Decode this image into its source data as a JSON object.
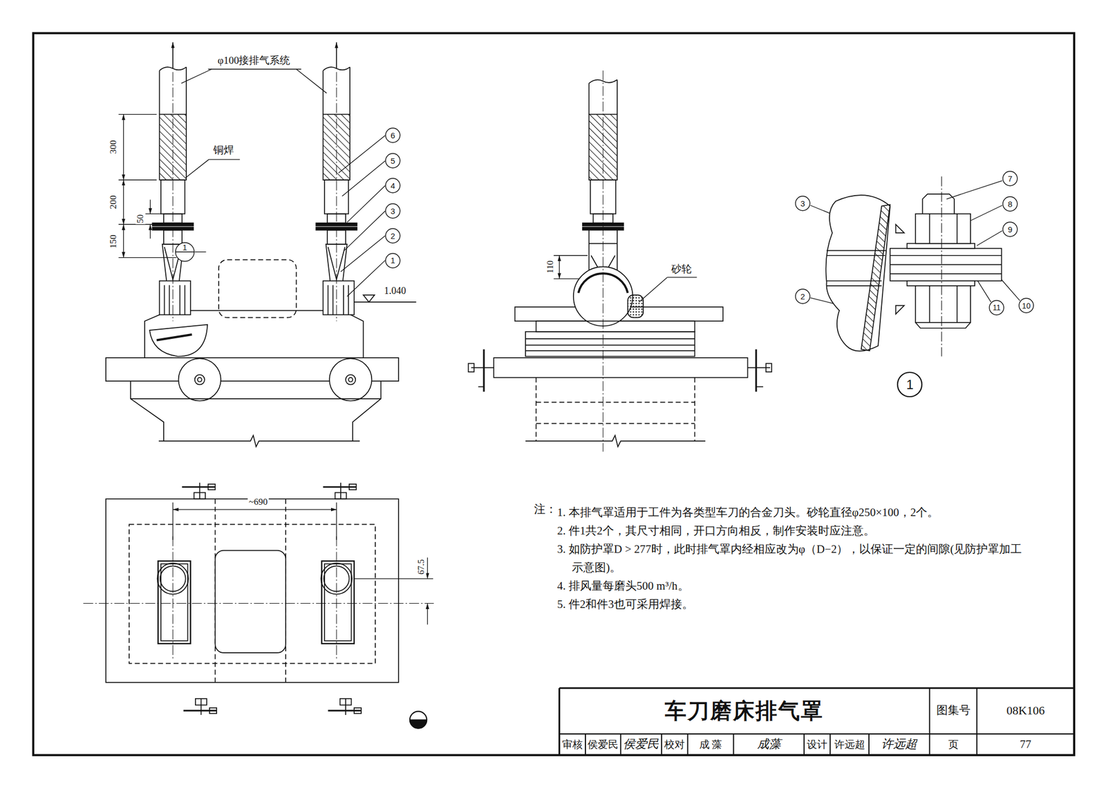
{
  "diagram": {
    "title": "车刀磨床排气罩",
    "nodes": [
      {
        "text": [
          "1"
        ]
      },
      {
        "text": [
          "6"
        ]
      },
      {
        "text": [
          "5"
        ]
      },
      {
        "text": [
          "4"
        ]
      },
      {
        "text": [
          "3"
        ]
      },
      {
        "text": [
          "2"
        ]
      },
      {
        "text": [
          "1"
        ]
      },
      {
        "text": [
          "3"
        ]
      },
      {
        "text": [
          "7"
        ]
      },
      {
        "text": [
          "8"
        ]
      },
      {
        "text": [
          "9"
        ]
      },
      {
        "text": [
          "2"
        ]
      },
      {
        "text": [
          "11"
        ]
      },
      {
        "text": [
          "10"
        ]
      },
      {
        "text": [
          "1"
        ]
      }
    ],
    "labels": [
      "φ100接排气系统",
      "300",
      "200",
      "50",
      "150",
      "铜焊",
      "1.040",
      "110",
      "砂轮",
      "~690",
      "67.5",
      "注：",
      "1. 本排气罩适用于工件为各类型车刀的合金刀头。砂轮直径φ250×100，2个。",
      "2. 件1共2个，其尺寸相同，开口方向相反，制作安装时应注意。",
      "3. 如防护罩D > 277时，此时排气罩内经相应改为φ（D−2），以保证一定的间隙(见防护罩加工示意图)。",
      "4. 排风量每磨头500 m³/h。",
      "5. 件2和件3也可采用焊接。",
      "图集号",
      "08K106",
      "审核",
      "侯爱民",
      "侯爱民",
      "校对",
      "成 藻",
      "成藻",
      "设计",
      "许远超",
      "许远超",
      "页",
      "77"
    ]
  }
}
